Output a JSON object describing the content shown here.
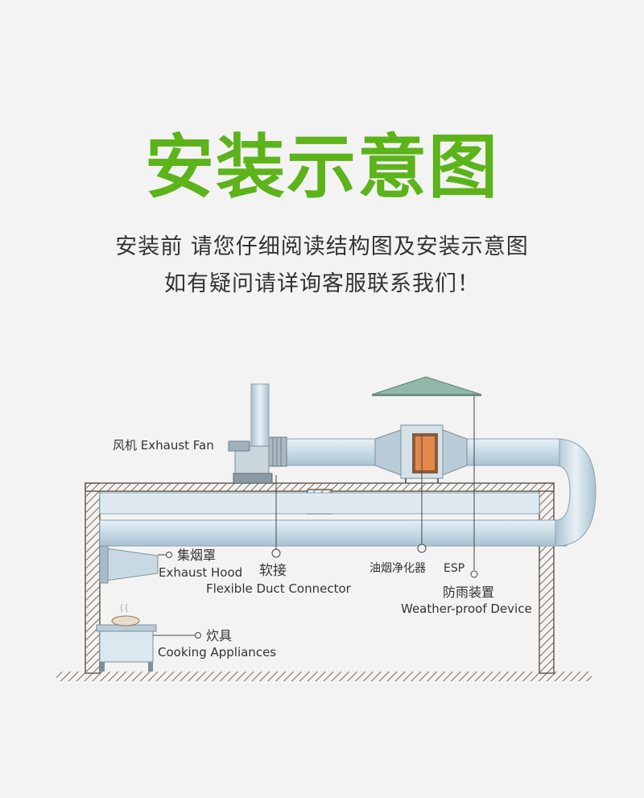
{
  "header": {
    "title": "安装示意图",
    "subtitle_line1": "安装前 请您仔细阅读结构图及安装示意图",
    "subtitle_line2": "如有疑问请详询客服联系我们！"
  },
  "labels": {
    "exhaust_fan": "风机 Exhaust Fan",
    "hood_cn": "集烟罩",
    "hood_en": "Exhaust Hood",
    "connector_cn": "软接",
    "connector_en": "Flexible Duct Connector",
    "esp_cn": "油烟净化器",
    "esp_en": "ESP",
    "weather_cn": "防雨装置",
    "weather_en": "Weather-proof Device",
    "cooker_cn": "炊具",
    "cooker_en": "Cooking Appliances"
  },
  "colors": {
    "title_green": "#5cb31a",
    "duct": "#c7dbe6",
    "duct_edge": "#8aa2b0",
    "hatch": "#7a6a5a",
    "roof_cap": "#8fb8a8",
    "esp_window": "#e2894a"
  }
}
